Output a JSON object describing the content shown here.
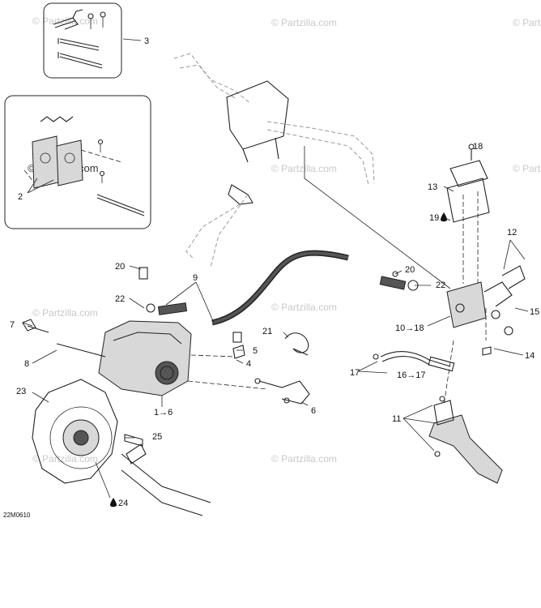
{
  "watermark": {
    "text": "© Partzilla.com",
    "dark_text": "© Partzilla.com"
  },
  "diagram_code": "22M0610",
  "labels": {
    "l1_6": "1→6",
    "l2": "2",
    "l3": "3",
    "l4": "4",
    "l5": "5",
    "l6": "6",
    "l7": "7",
    "l8": "8",
    "l9": "9",
    "l10_18": "10→18",
    "l11": "11",
    "l12": "12",
    "l13": "13",
    "l14": "14",
    "l15": "15",
    "l16_17": "16→17",
    "l17": "17",
    "l18": "18",
    "l19": "19",
    "l20a": "20",
    "l20b": "20",
    "l21": "21",
    "l22a": "22",
    "l22b": "22",
    "l23": "23",
    "l24": "24",
    "l25": "25"
  }
}
